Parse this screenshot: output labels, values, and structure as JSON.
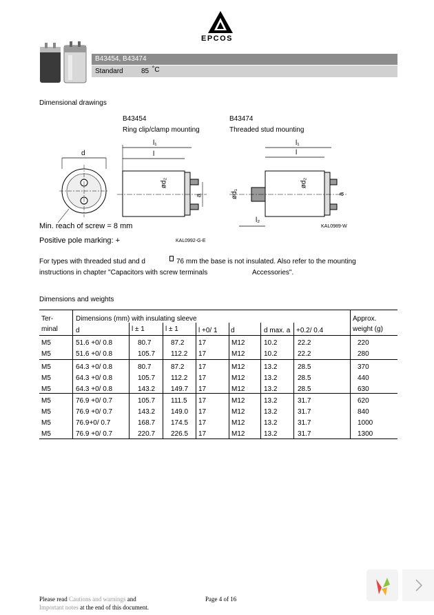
{
  "header": {
    "logo_text": "EPCOS",
    "series": "B43454, B43474",
    "grade": "Standard",
    "temp": "85",
    "temp_unit": "˚C"
  },
  "section1": {
    "title": "Dimensional drawings",
    "left_code": "B43454",
    "left_mount": "Ring clip/clamp mounting",
    "right_code": "B43474",
    "right_mount": "Threaded stud mounting",
    "min_reach": "Min. reach of screw = 8 mm",
    "pole_marking": "Positive pole marking: +",
    "left_ref": "KAL0992-G-E",
    "right_ref": "KAL0989-W",
    "label_d": "d",
    "label_l1": "l₁",
    "label_l": "l",
    "label_d2": "ød₂",
    "label_d1": "ød₁",
    "label_a": "a",
    "label_l2": "l₂"
  },
  "note": {
    "line1": "For types with threaded stud and d",
    "line1b": "76 mm the base is not insulated. Also refer to the mounting",
    "line2": "instructions in chapter \"Capacitors with screw terminals",
    "line2b": "Accessories\"."
  },
  "section2": {
    "title": "Dimensions and weights"
  },
  "table": {
    "h_terminal1": "Ter-",
    "h_terminal2": "minal",
    "h_dims": "Dimensions (mm) with insulating sleeve",
    "h_approx": "Approx.",
    "h_weight": "weight (g)",
    "sub": [
      "d",
      "l ± 1",
      "l ± 1",
      "l  +0/   1",
      "d",
      "d  max.  a",
      "+0.2/      0.4"
    ],
    "groups": [
      [
        [
          "M5",
          "51.6 +0/   0.8",
          "80.7",
          "87.2",
          "17",
          "M12",
          "10.2",
          "22.2",
          "220"
        ],
        [
          "M5",
          "51.6 +0/   0.8",
          "105.7",
          "112.2",
          "17",
          "M12",
          "10.2",
          "22.2",
          "280"
        ]
      ],
      [
        [
          "M5",
          "64.3 +0/   0.8",
          "80.7",
          "87.2",
          "17",
          "M12",
          "13.2",
          "28.5",
          "370"
        ],
        [
          "M5",
          "64.3 +0/   0.8",
          "105.7",
          "112.2",
          "17",
          "M12",
          "13.2",
          "28.5",
          "440"
        ],
        [
          "M5",
          "64.3 +0/   0.8",
          "143.2",
          "149.7",
          "17",
          "M12",
          "13.2",
          "28.5",
          "630"
        ]
      ],
      [
        [
          "M5",
          "76.9 +0/   0.7",
          "105.7",
          "111.5",
          "17",
          "M12",
          "13.2",
          "31.7",
          "620"
        ],
        [
          "M5",
          "76.9 +0/   0.7",
          "143.2",
          "149.0",
          "17",
          "M12",
          "13.2",
          "31.7",
          "840"
        ],
        [
          "M5",
          "76.9+0/    0.7",
          "168.7",
          "174.5",
          "17",
          "M12",
          "13.2",
          "31.7",
          "1000"
        ],
        [
          "M5",
          "76.9 +0/   0.7",
          "220.7",
          "226.5",
          "17",
          "M12",
          "13.2",
          "31.7",
          "1300"
        ]
      ]
    ]
  },
  "footer": {
    "left1": "Please read",
    "left1b": "Cautions and warnings",
    "left1c": "and",
    "left2": "Important notes",
    "left2b": "at the end of this document.",
    "page": "Page 4 of 16"
  }
}
